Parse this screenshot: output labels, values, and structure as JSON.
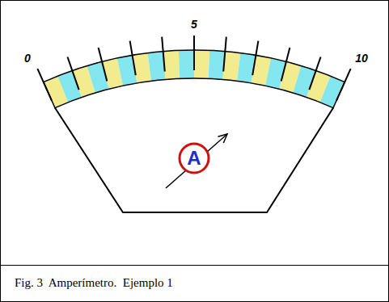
{
  "diagram": {
    "caption": "Fig. 3  Amperímetro.  Ejemplo 1",
    "nodes": [
      {
        "text": [
          "A"
        ]
      }
    ],
    "labels": [
      "0",
      "5",
      "10"
    ]
  }
}
